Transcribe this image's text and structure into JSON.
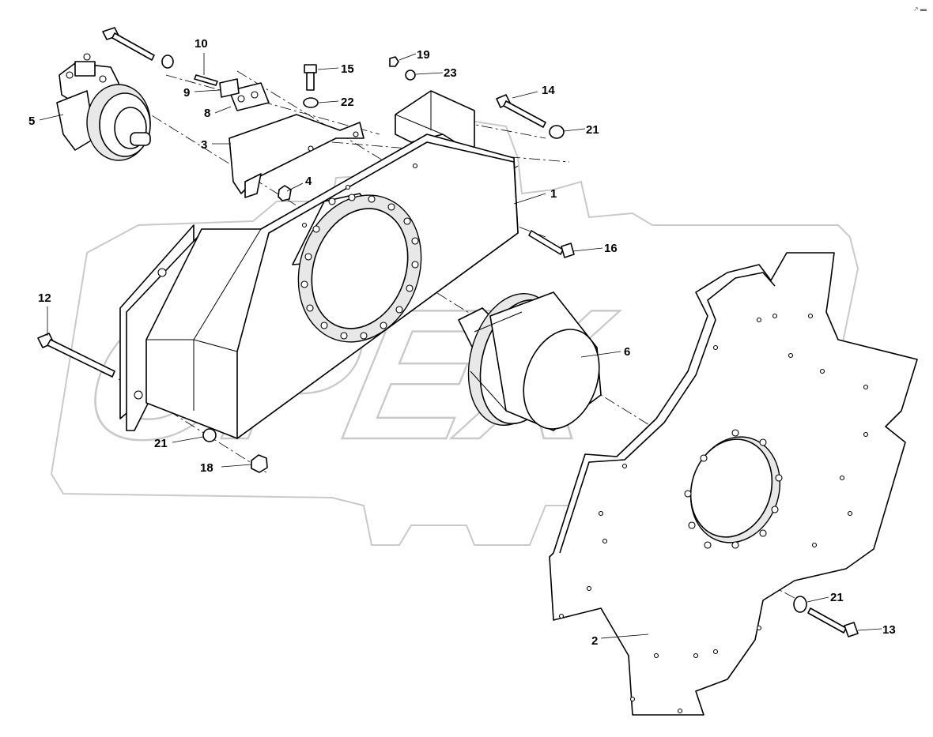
{
  "watermark": {
    "text": "OPEX"
  },
  "corner_mark": "↗ ▬",
  "callouts": {
    "n1": "1",
    "n2": "2",
    "n3": "3",
    "n4": "4",
    "n5": "5",
    "n6": "6",
    "n8": "8",
    "n9": "9",
    "n10": "10",
    "n12": "12",
    "n13": "13",
    "n14": "14",
    "n15": "15",
    "n16": "16",
    "n18": "18",
    "n19": "19",
    "n21a": "21",
    "n21b": "21",
    "n21c": "21",
    "n22": "22",
    "n23": "23"
  }
}
